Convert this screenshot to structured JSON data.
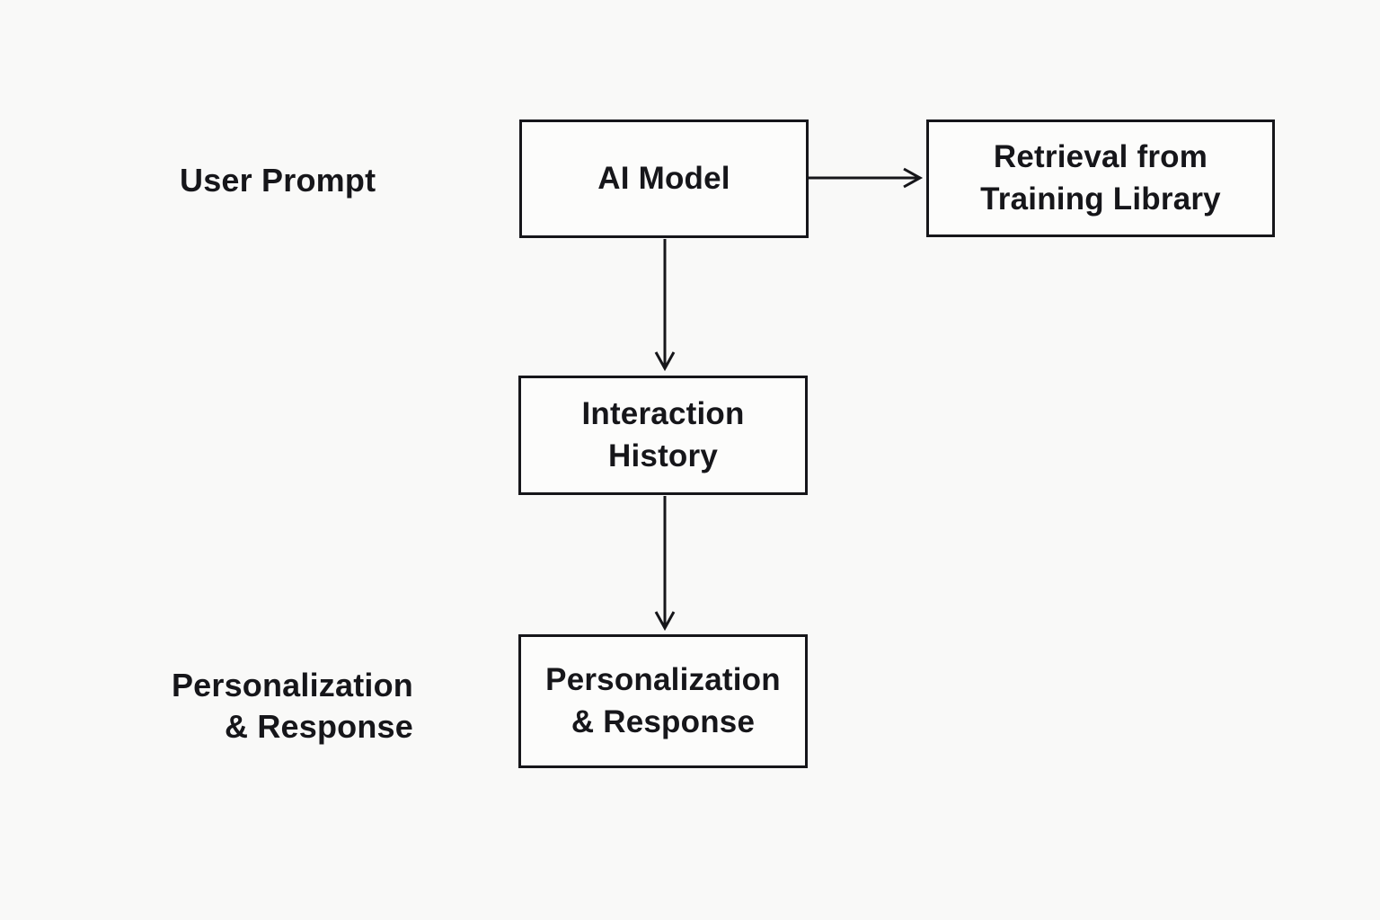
{
  "diagram": {
    "type": "flowchart",
    "background_color": "#f9f9f8",
    "line_color": "#16161a",
    "labels": {
      "user_prompt": "User Prompt",
      "personalization_response": "Personalization\n& Response"
    },
    "nodes": [
      {
        "id": "ai_model",
        "label": "AI Model"
      },
      {
        "id": "retrieval",
        "label": "Retrieval from\nTraining Library"
      },
      {
        "id": "interaction_history",
        "label": "Interaction\nHistory"
      },
      {
        "id": "personalization_response",
        "label": "Personalization\n& Response"
      }
    ],
    "edges": [
      {
        "from": "ai_model",
        "to": "retrieval",
        "direction": "right"
      },
      {
        "from": "ai_model",
        "to": "interaction_history",
        "direction": "down"
      },
      {
        "from": "interaction_history",
        "to": "personalization_response",
        "direction": "down"
      }
    ]
  }
}
